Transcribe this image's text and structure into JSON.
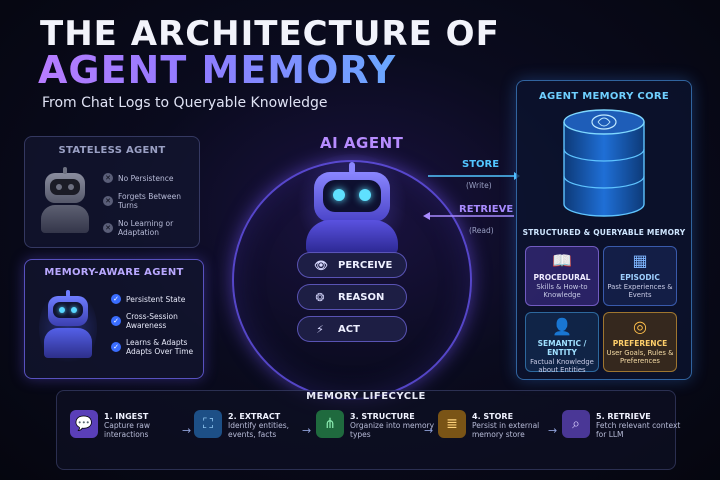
{
  "title": {
    "line1": "THE ARCHITECTURE OF",
    "line2": "AGENT MEMORY",
    "subtitle": "From Chat Logs to Queryable Knowledge"
  },
  "stateless_agent": {
    "title": "STATELESS AGENT",
    "features": [
      "No Persistence",
      "Forgets Between Turns",
      "No Learning or Adaptation"
    ]
  },
  "memory_aware_agent": {
    "title": "MEMORY-AWARE AGENT",
    "features": [
      "Persistent State",
      "Cross-Session Awareness",
      "Learns & Adapts Adapts Over Time"
    ]
  },
  "ai_agent": {
    "title": "AI AGENT",
    "actions": [
      {
        "label": "PERCEIVE",
        "icon": "eye-icon"
      },
      {
        "label": "REASON",
        "icon": "brain-icon"
      },
      {
        "label": "ACT",
        "icon": "lightning-icon"
      }
    ]
  },
  "flows": {
    "store": {
      "label": "STORE",
      "sub": "(Write)"
    },
    "retrieve": {
      "label": "RETRIEVE",
      "sub": "(Read)"
    }
  },
  "memory_core": {
    "title": "AGENT MEMORY CORE",
    "subtitle": "STRUCTURED & QUERYABLE MEMORY",
    "types": [
      {
        "title": "PROCEDURAL",
        "desc": "Skills & How-to Knowledge",
        "icon": "book-icon"
      },
      {
        "title": "EPISODIC",
        "desc": "Past Experiences & Events",
        "icon": "calendar-icon"
      },
      {
        "title": "SEMANTIC / ENTITY",
        "desc": "Factual Knowledge about Entities",
        "icon": "person-icon"
      },
      {
        "title": "PREFERENCE",
        "desc": "User Goals, Rules & Preferences",
        "icon": "target-icon"
      }
    ]
  },
  "lifecycle": {
    "title": "MEMORY LIFECYCLE",
    "steps": [
      {
        "title": "1. INGEST",
        "desc": "Capture raw interactions",
        "icon": "chat-icon"
      },
      {
        "title": "2. EXTRACT",
        "desc": "Identify entities, events, facts",
        "icon": "extract-icon"
      },
      {
        "title": "3. STRUCTURE",
        "desc": "Organize into memory types",
        "icon": "hierarchy-icon"
      },
      {
        "title": "4. STORE",
        "desc": "Persist in external memory store",
        "icon": "database-icon"
      },
      {
        "title": "5. RETRIEVE",
        "desc": "Fetch relevant context for LLM",
        "icon": "search-icon"
      }
    ]
  },
  "colors": {
    "accent_purple": "#b78cff",
    "accent_blue": "#53c6ff",
    "preference_gold": "#ffcf6a"
  }
}
